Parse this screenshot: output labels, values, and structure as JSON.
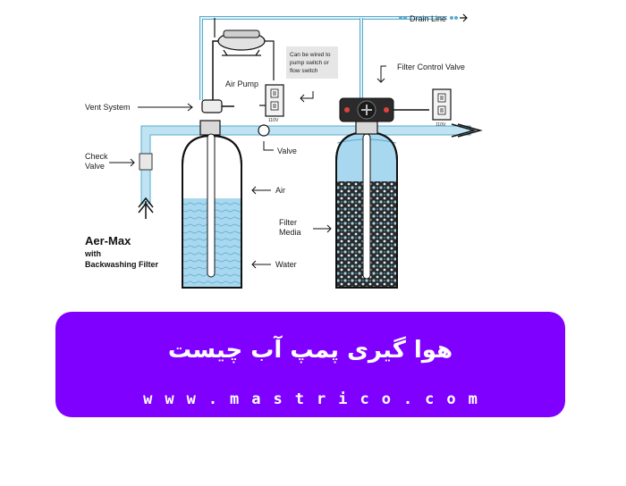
{
  "diagram": {
    "drain_line": "Drain Line",
    "air_pump": "Air Pump",
    "wired_note": [
      "Can be wired to",
      "pump switch or",
      "flow switch"
    ],
    "filter_control_valve": "Filter Control Valve",
    "vent_system": "Vent System",
    "check_valve": [
      "Check",
      "Valve"
    ],
    "valve": "Valve",
    "air": "Air",
    "filter_media": [
      "Filter",
      "Media"
    ],
    "water": "Water",
    "outlet_voltage": "110V",
    "brand_title": [
      "Aer-Max",
      "with",
      "Backwashing Filter"
    ],
    "colors": {
      "water": "#a8d8ef",
      "pipe": "#bfe3f2",
      "tank_outline": "#111111",
      "accent": "#8000ff"
    }
  },
  "banner": {
    "title": "هوا گیری پمپ آب چیست",
    "url": "www.mastrico.com"
  }
}
